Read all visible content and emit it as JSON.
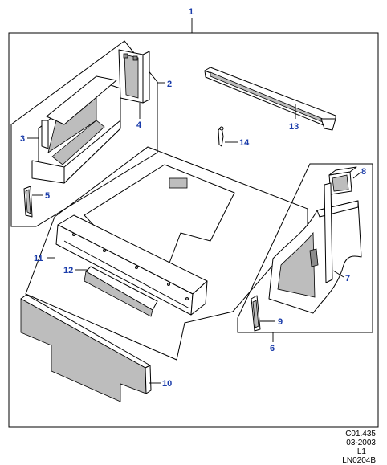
{
  "callouts": {
    "c1": "1",
    "c2": "2",
    "c3": "3",
    "c4": "4",
    "c5": "5",
    "c6": "6",
    "c7": "7",
    "c8": "8",
    "c9": "9",
    "c10": "10",
    "c11": "11",
    "c12": "12",
    "c13": "13",
    "c14": "14"
  },
  "footer": {
    "ref": "C01.435",
    "date": "03-2003",
    "level": "L1",
    "code": "LN0204B"
  }
}
